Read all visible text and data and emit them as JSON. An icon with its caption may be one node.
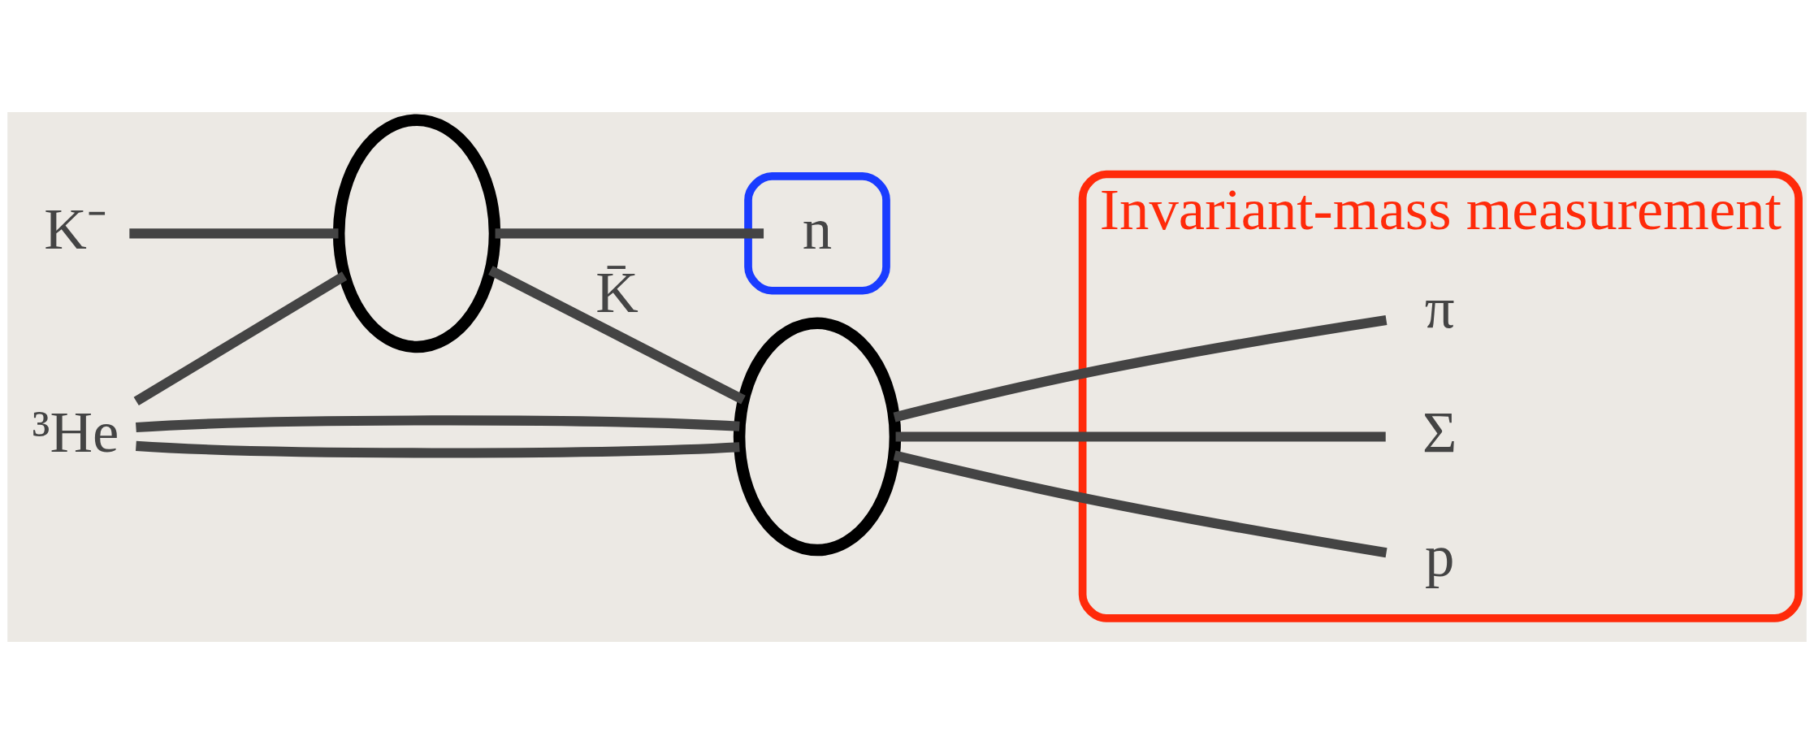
{
  "diagram": {
    "nodes": [
      {
        "text": [
          "K⁻"
        ]
      },
      {
        "text": [
          "³He"
        ]
      },
      {
        "text": [],
        "shape": "ellipse"
      },
      {
        "text": [],
        "shape": "box"
      },
      {
        "text": [
          "n"
        ],
        "in": 3
      },
      {
        "text": [],
        "shape": "ellipse"
      },
      {
        "text": [
          "Invariant-mass measurement"
        ]
      },
      {
        "text": [
          "π"
        ],
        "in": 6
      },
      {
        "text": [
          "Σ"
        ],
        "in": 6
      },
      {
        "text": [
          "p"
        ],
        "in": 6
      }
    ],
    "edges": [
      {
        "from": 0,
        "to": 2,
        "arrow": "none"
      },
      {
        "from": 1,
        "to": 2,
        "arrow": "none"
      },
      {
        "from": 2,
        "to": 4,
        "arrow": "none"
      },
      {
        "from": 2,
        "to": 5,
        "arrow": "none",
        "label": "K̄"
      },
      {
        "from": 1,
        "to": 5,
        "arrow": "none"
      },
      {
        "from": 1,
        "to": 5,
        "arrow": "none"
      },
      {
        "from": 5,
        "to": 7,
        "arrow": "none"
      },
      {
        "from": 5,
        "to": 8,
        "arrow": "none"
      },
      {
        "from": 5,
        "to": 9,
        "arrow": "none"
      }
    ]
  }
}
